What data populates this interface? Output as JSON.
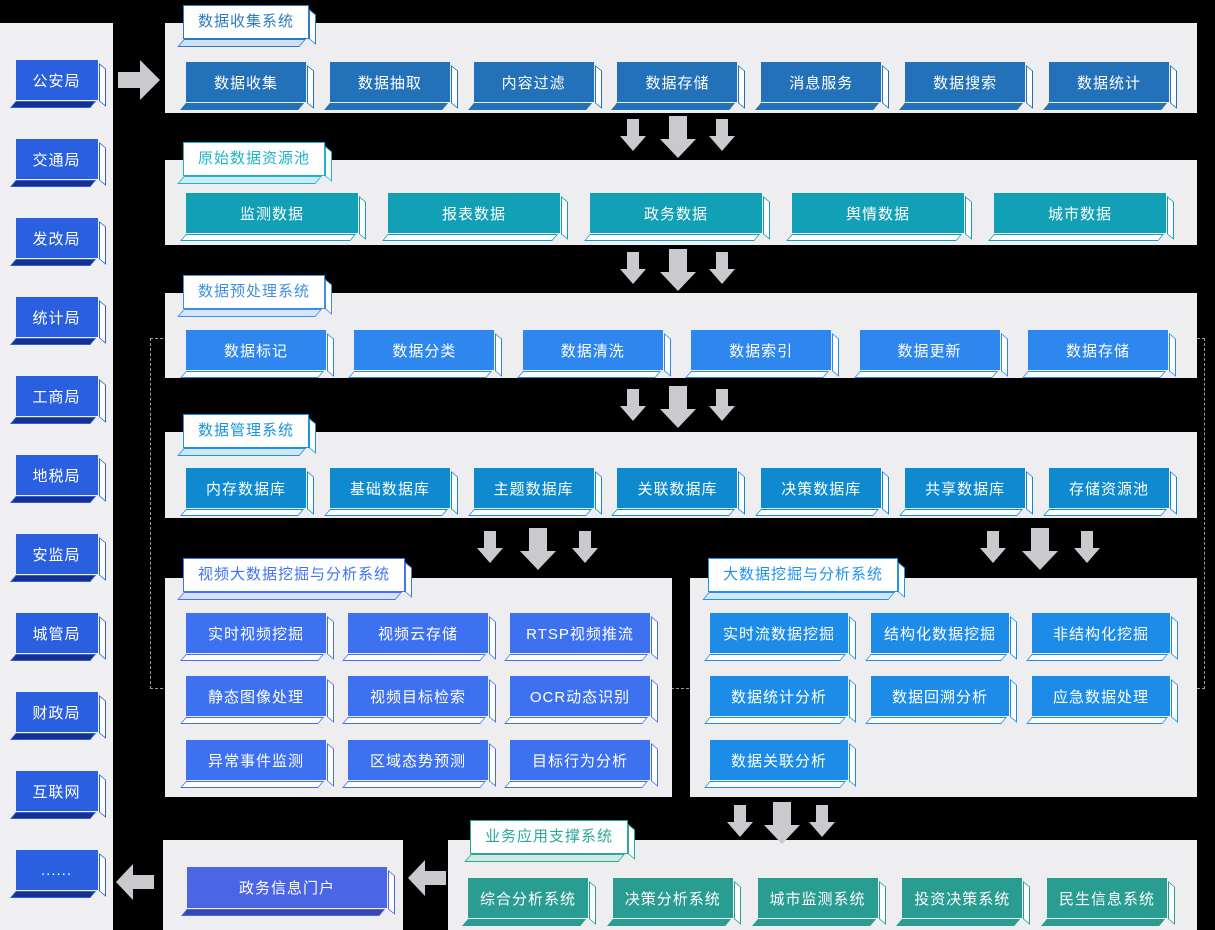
{
  "colors": {
    "white": "#ffffff",
    "arrow": "#c9c9ce",
    "band_bg": "#eeeef0",
    "sidebar_bg": "#f0f0f2",
    "sidebar_node": "#2a5fdf",
    "sidebar_shadow": "#17308f",
    "collect_node": "#2372b9",
    "collect_title": "#2e7bc4",
    "collect_tint": "#cfe2f5",
    "raw_node": "#11a0b5",
    "raw_title": "#1fb2c8",
    "raw_tint": "#c9ecf2",
    "pre_node": "#2e86ef",
    "pre_title": "#3f8fe0",
    "pre_tint": "#d3e6fb",
    "manage_node": "#0f8ad0",
    "manage_title": "#1a94da",
    "manage_tint": "#cfe7f7",
    "video_node": "#3e71f0",
    "video_title": "#4173f2",
    "video_tint": "#d7e0fc",
    "mining_node": "#1c8ce8",
    "mining_title": "#1f93ec",
    "mining_tint": "#d2e7fb",
    "apps_node": "#2a9d93",
    "apps_title": "#2ba89c",
    "apps_tint": "#cfe9e5",
    "portal_node": "#4a66e4",
    "portal_shadow": "#3646b8"
  },
  "sidebar": {
    "items": [
      "公安局",
      "交通局",
      "发改局",
      "统计局",
      "工商局",
      "地税局",
      "安监局",
      "城管局",
      "财政局",
      "互联网",
      "......"
    ]
  },
  "bands": {
    "collect": {
      "title": "数据收集系统",
      "items": [
        "数据收集",
        "数据抽取",
        "内容过滤",
        "数据存储",
        "消息服务",
        "数据搜索",
        "数据统计"
      ]
    },
    "raw": {
      "title": "原始数据资源池",
      "items": [
        "监测数据",
        "报表数据",
        "政务数据",
        "舆情数据",
        "城市数据"
      ]
    },
    "pre": {
      "title": "数据预处理系统",
      "items": [
        "数据标记",
        "数据分类",
        "数据清洗",
        "数据索引",
        "数据更新",
        "数据存储"
      ]
    },
    "manage": {
      "title": "数据管理系统",
      "items": [
        "内存数据库",
        "基础数据库",
        "主题数据库",
        "关联数据库",
        "决策数据库",
        "共享数据库",
        "存储资源池"
      ]
    },
    "video": {
      "title": "视频大数据挖掘与分析系统",
      "items": [
        "实时视频挖掘",
        "视频云存储",
        "RTSP视频推流",
        "静态图像处理",
        "视频目标检索",
        "OCR动态识别",
        "异常事件监测",
        "区域态势预测",
        "目标行为分析"
      ]
    },
    "mining": {
      "title": "大数据挖掘与分析系统",
      "items": [
        "实时流数据挖掘",
        "结构化数据挖掘",
        "非结构化挖掘",
        "数据统计分析",
        "数据回溯分析",
        "应急数据处理",
        "数据关联分析"
      ]
    },
    "apps": {
      "title": "业务应用支撑系统",
      "items": [
        "综合分析系统",
        "决策分析系统",
        "城市监测系统",
        "投资决策系统",
        "民生信息系统"
      ]
    },
    "portal": {
      "label": "政务信息门户"
    }
  }
}
